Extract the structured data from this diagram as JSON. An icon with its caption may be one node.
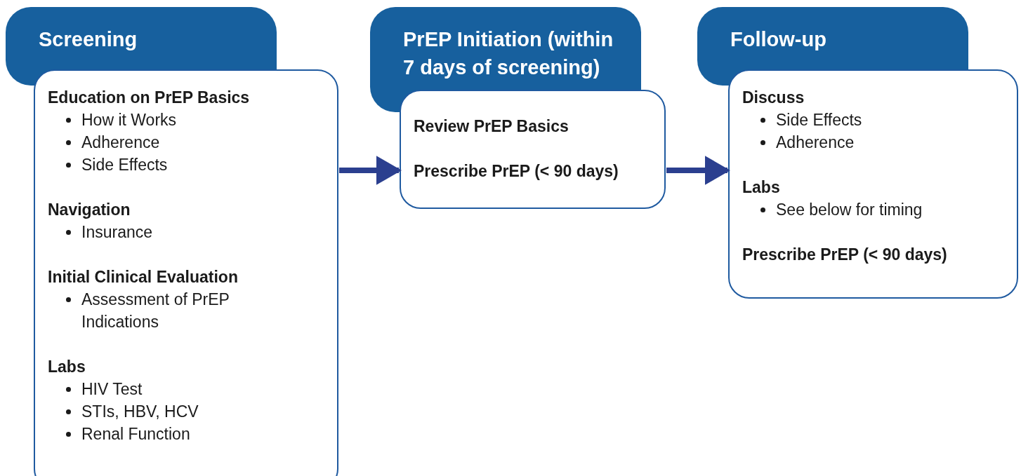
{
  "diagram": {
    "nodes": [
      {
        "text": [
          "Screening"
        ]
      },
      {
        "text": [
          "Education on PrEP Basics",
          "How it Works",
          "Adherence",
          "Side Effects",
          "Navigation",
          "Insurance",
          "Initial Clinical Evaluation",
          "Assessment of PrEP Indications",
          "Labs",
          "HIV Test",
          "STIs, HBV, HCV",
          "Renal Function"
        ]
      },
      {
        "text": [
          "PrEP Initiation (within 7 days of screening)"
        ]
      },
      {
        "text": [
          "Review PrEP Basics",
          "Prescribe PrEP (< 90 days)"
        ]
      },
      {
        "text": [
          "Follow-up"
        ]
      },
      {
        "text": [
          "Discuss",
          "Side Effects",
          "Adherence",
          "Labs",
          "See below for timing",
          "Prescribe PrEP (< 90 days)"
        ]
      }
    ],
    "edges": [
      {
        "from": 1,
        "to": 3,
        "arrow": "to"
      },
      {
        "from": 3,
        "to": 5,
        "arrow": "to"
      }
    ]
  }
}
